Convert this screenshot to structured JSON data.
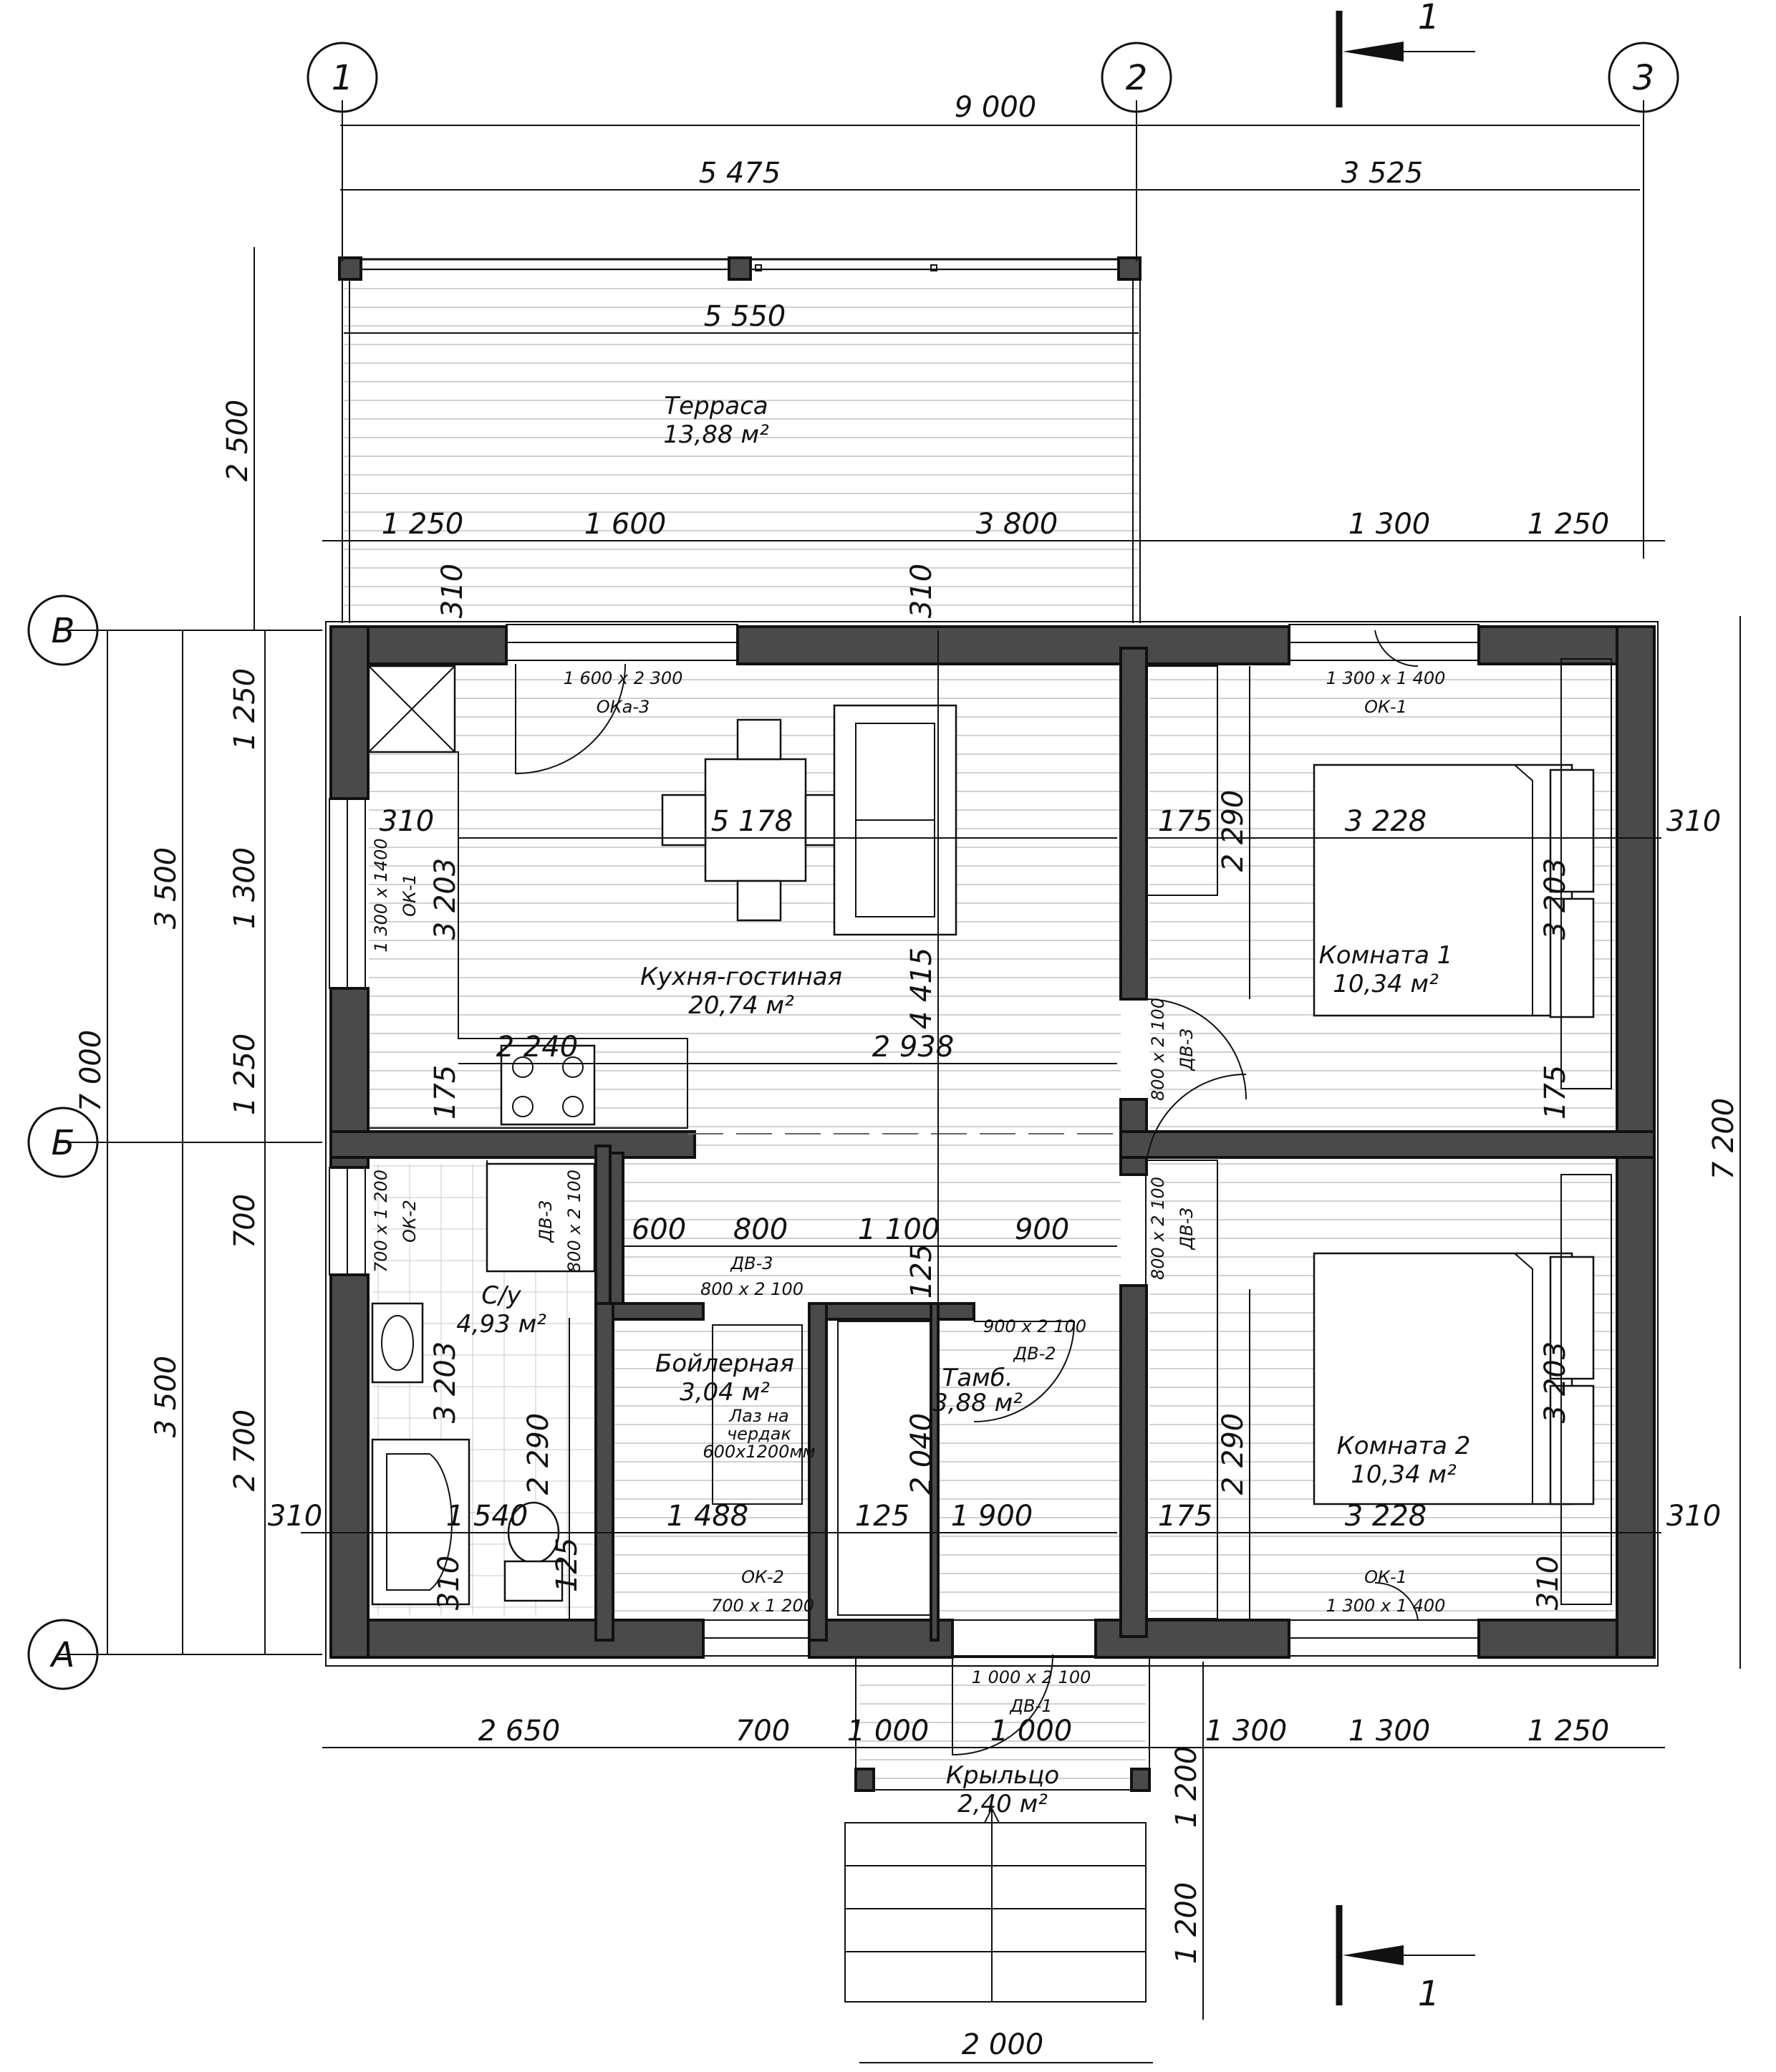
{
  "axes": {
    "vertical": [
      "1",
      "2",
      "3"
    ],
    "horizontal": [
      "В",
      "Б",
      "А"
    ]
  },
  "section_marker": "1",
  "dimensions": {
    "top_overall": "9 000",
    "top_col1": "5 475",
    "top_col2": "3 525",
    "terrace_width": "5 550",
    "terrace_depth": "2 500",
    "row_a": [
      "1 250",
      "1 600",
      "3 800",
      "1 300",
      "1 250"
    ],
    "bottom_row": [
      "2 650",
      "700",
      "1 000",
      "1 000",
      "1 300",
      "1 300",
      "1 250"
    ],
    "left_overall": "7 000",
    "left_3500_top": "3 500",
    "left_3500_bottom": "3 500",
    "left_stack": [
      "1 250",
      "1 300",
      "1 250",
      "700",
      "2 700"
    ],
    "right_overall": "7 200",
    "porch_depth_1": "1 200",
    "porch_depth_2": "1 200",
    "stairs_width": "2 000",
    "wall_310": "310",
    "kitchen_w": "5 178",
    "kitchen_h": "3 203",
    "kitchen_full_h": "4 415",
    "kitchen_counter": "2 240",
    "kitchen_mid": "2 938",
    "kitchen_175": "175",
    "corridor": [
      "600",
      "800",
      "1 100",
      "900"
    ],
    "corridor_125": "125",
    "room1_w": "3 228",
    "room1_h": "3 203",
    "room1_175a": "175",
    "room1_175b": "175",
    "room1_2290": "2 290",
    "room2_w": "3 228",
    "room2_h": "3 203",
    "room2_175": "175",
    "room2_2290": "2 290",
    "bath_h": "3 203",
    "bath_2290": "2 290",
    "bath_w": "1 540",
    "bath_125": "125",
    "boiler_w": "1 488",
    "tamb_125": "125",
    "tamb_w": "1 900",
    "tamb_h": "2 040"
  },
  "rooms": {
    "terrace": {
      "name": "Терраса",
      "area": "13,88 м²"
    },
    "kitchen": {
      "name": "Кухня-гостиная",
      "area": "20,74 м²"
    },
    "room1": {
      "name": "Комната 1",
      "area": "10,34 м²"
    },
    "room2": {
      "name": "Комната 2",
      "area": "10,34 м²"
    },
    "bathroom": {
      "name": "С/у",
      "area": "4,93 м²"
    },
    "boiler": {
      "name": "Бойлерная",
      "area": "3,04 м²"
    },
    "vestibule": {
      "name": "Тамб.",
      "area": "3,88 м²"
    },
    "porch": {
      "name": "Крыльцо",
      "area": "2,40 м²"
    }
  },
  "hatch_note": [
    "Лаз на",
    "чердак",
    "600x1200мм"
  ],
  "openings": {
    "oka3_size": "1 600 x 2 300",
    "oka3": "ОКа-3",
    "ok1_top_size": "1 300 x 1 400",
    "ok1_top": "ОК-1",
    "ok1_left_size": "1 300 x 1400",
    "ok1_left": "ОК-1",
    "ok2_left_size": "700 x 1 200",
    "ok2_left": "ОК-2",
    "dv3_bath_size": "800 x 2 100",
    "dv3_bath": "ДВ-3",
    "dv3_boiler": "ДВ-3",
    "dv3_boiler_size": "800 x 2 100",
    "dv3_room1_size": "800 x 2 100",
    "dv3_room1": "ДВ-3",
    "dv3_room2_size": "800 x 2 100",
    "dv3_room2": "ДВ-3",
    "dv2_size": "900 x 2 100",
    "dv2": "ДВ-2",
    "ok2_bottom": "ОК-2",
    "ok2_bottom_size": "700 x 1 200",
    "ok1_bottom": "ОК-1",
    "ok1_bottom_size": "1 300 x 1 400",
    "dv1_size": "1 000 x 2 100",
    "dv1": "ДВ-1"
  }
}
